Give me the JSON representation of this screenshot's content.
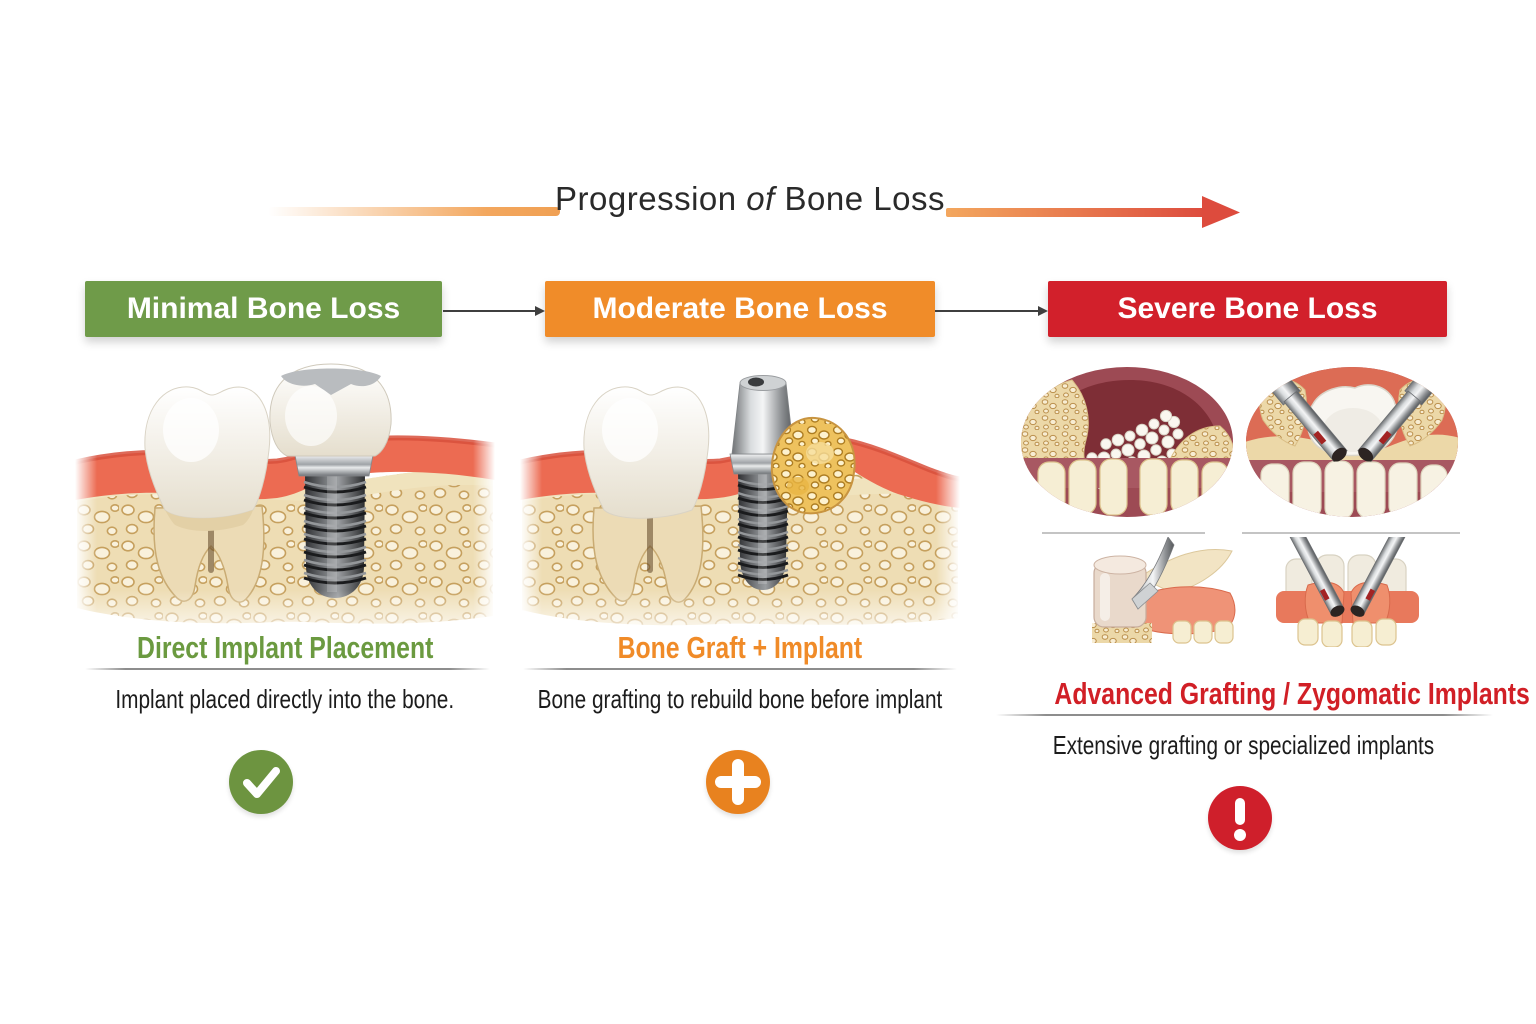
{
  "title": {
    "pre": "Progression ",
    "italic": "of",
    "post": " Bone Loss"
  },
  "colors": {
    "accent_green": "#6f9b49",
    "accent_orange": "#f08c29",
    "accent_red": "#d2202b",
    "arrow_gradient_start": "#f3a75e",
    "arrow_gradient_end": "#dd4c3e",
    "connector_gray": "#3f3f3f"
  },
  "columns": [
    {
      "banner": "Minimal Bone Loss",
      "banner_color": "#6f9b49",
      "heading": "Direct Implant Placement",
      "heading_color": "#6b9a40",
      "description": "Implant placed directly into the bone.",
      "status_icon": "check-circle-icon",
      "status_color": "#6d9440",
      "illustration": "natural-tooth-and-implant-in-healthy-bone"
    },
    {
      "banner": "Moderate Bone Loss",
      "banner_color": "#f08c29",
      "heading": "Bone Graft + Implant",
      "heading_color": "#f08b28",
      "description": "Bone grafting to rebuild bone before implant",
      "status_icon": "plus-circle-icon",
      "status_color": "#e8821f",
      "illustration": "implant-with-bone-graft-granules"
    },
    {
      "banner": "Severe Bone Loss",
      "banner_color": "#d2202b",
      "heading": "Advanced Grafting / Zygomatic Implants",
      "heading_color": "#d11f26",
      "description": "Extensive grafting or specialized implants",
      "status_icon": "exclamation-circle-icon",
      "status_color": "#cf1f2b",
      "illustration": "sinus-graft-zygomatic-implants-block-graft-views"
    }
  ]
}
